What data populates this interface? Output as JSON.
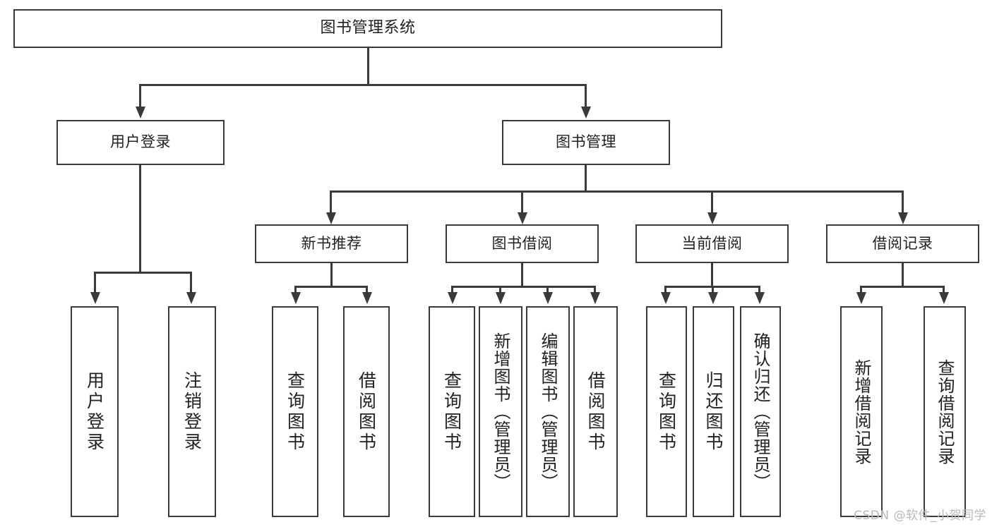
{
  "diagram": {
    "title": "图书管理系统",
    "type": "functional-structure-tree",
    "watermark": "CSDN @软件_小贺同学",
    "accent_color": "#3a3a3c",
    "background_color": "#ffffff",
    "root": {
      "label": "图书管理系统"
    },
    "level2": [
      {
        "label": "用户登录"
      },
      {
        "label": "图书管理"
      }
    ],
    "level3": [
      {
        "label": "新书推荐"
      },
      {
        "label": "图书借阅"
      },
      {
        "label": "当前借阅"
      },
      {
        "label": "借阅记录"
      }
    ],
    "leaves": {
      "user_login": [
        {
          "label": "用户登录"
        },
        {
          "label": "注销登录"
        }
      ],
      "new_book_recommend": [
        {
          "label": "查询图书"
        },
        {
          "label": "借阅图书"
        }
      ],
      "book_borrow": [
        {
          "label": "查询图书"
        },
        {
          "label": "新增图书（管理员）"
        },
        {
          "label": "编辑图书（管理员）"
        },
        {
          "label": "借阅图书"
        }
      ],
      "current_borrow": [
        {
          "label": "查询图书"
        },
        {
          "label": "归还图书"
        },
        {
          "label": "确认归还（管理员）"
        }
      ],
      "borrow_record": [
        {
          "label": "新增借阅记录"
        },
        {
          "label": "查询借阅记录"
        }
      ]
    }
  }
}
